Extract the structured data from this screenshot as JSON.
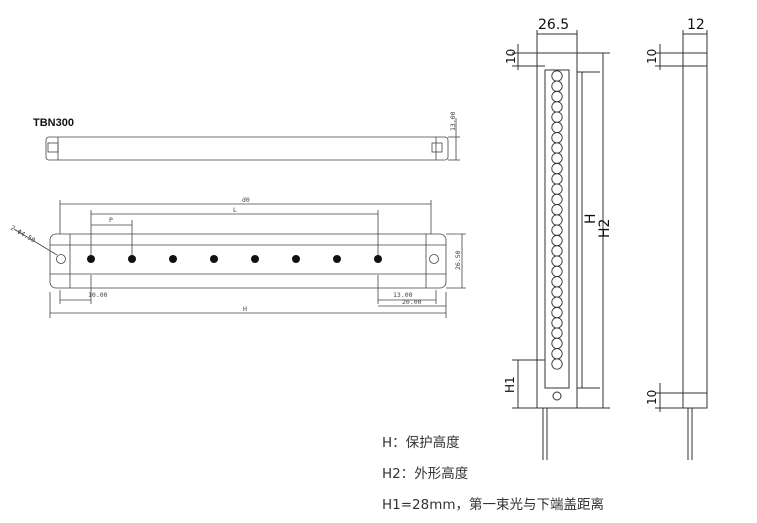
{
  "model": "TBN300",
  "top_view": {
    "height_dim": "13.00"
  },
  "front_view": {
    "dim_d0": "d0",
    "dim_l": "L",
    "dim_p": "P",
    "dim_holes": "2-Φ4.50",
    "dim_height": "26.50",
    "dim_left_offset": "10.00",
    "dim_right_offset": "13.00",
    "dim_right_end": "20.00",
    "dim_total": "H",
    "beam_count": 8
  },
  "side_view_front": {
    "width": "26.5",
    "top_offset": "10",
    "h_label": "H",
    "h2_label": "H2",
    "h1_label": "H1",
    "beam_count": 29
  },
  "side_view_side": {
    "width": "12",
    "top_offset": "10",
    "bottom_offset": "10"
  },
  "notes": [
    "H：保护高度",
    "H2：外形高度",
    "H1=28mm，第一束光与下端盖距离"
  ]
}
